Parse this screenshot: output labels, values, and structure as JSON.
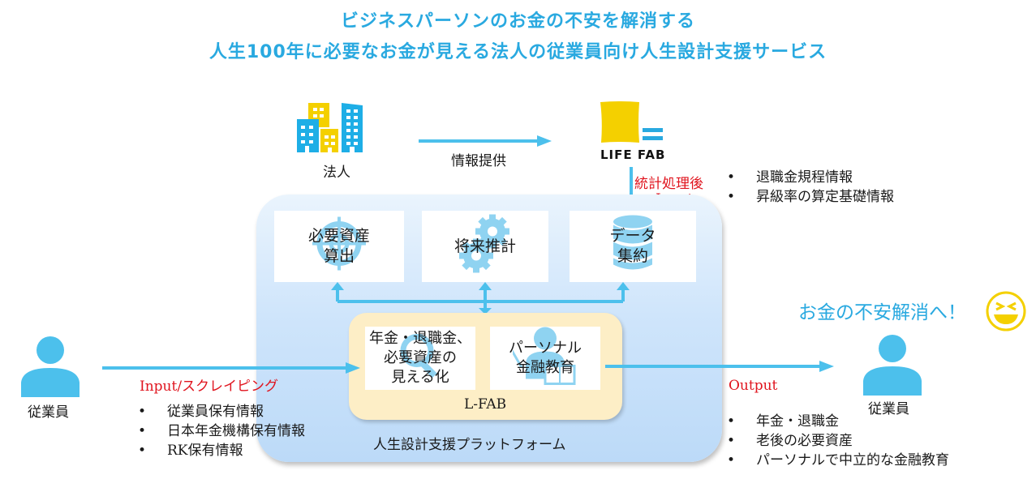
{
  "header": {
    "title_line1": "ビジネスパーソンのお金の不安を解消する",
    "title_line2": "人生100年に必要なお金が見える法人の従業員向け人生設計支援サービス"
  },
  "colors": {
    "accent_blue": "#29a9e0",
    "icon_blue": "#4cc0ec",
    "icon_yellow": "#f4d000",
    "label_red": "#e0141e",
    "platform_bg": "#cfe5fb",
    "lfab_bg": "#fdeec6"
  },
  "corporation": {
    "icon": "buildings-icon",
    "label": "法人"
  },
  "info_flow": {
    "label": "情報提供"
  },
  "lifefab": {
    "icon": "lifefab-logo",
    "label": "LIFE FAB",
    "input_label_line1": "統計処理後",
    "input_label_line2": "Input",
    "bullets": [
      "退職金規程情報",
      "昇級率の算定基礎情報"
    ]
  },
  "platform": {
    "label": "人生設計支援プラットフォーム",
    "modules": [
      {
        "icon": "target-icon",
        "line1": "必要資産",
        "line2": "算出"
      },
      {
        "icon": "gears-icon",
        "line1": "将来推計",
        "line2": ""
      },
      {
        "icon": "database-icon",
        "line1": "データ",
        "line2": "集約"
      }
    ],
    "lfab": {
      "label": "L-FAB",
      "cards": [
        {
          "icon": "magnifier-icon",
          "lines": [
            "年金・退職金、",
            "必要資産の",
            "見える化"
          ]
        },
        {
          "icon": "teacher-icon",
          "lines": [
            "パーソナル",
            "金融教育"
          ]
        }
      ]
    }
  },
  "employee_in": {
    "icon": "person-icon",
    "label": "従業員",
    "input_label": "Input/スクレイピング",
    "bullets": [
      "従業員保有情報",
      "日本年金機構保有情報",
      "RK保有情報"
    ]
  },
  "employee_out": {
    "icon": "person-icon",
    "label": "従業員",
    "output_label": "Output",
    "bullets": [
      "年金・退職金",
      "老後の必要資産",
      "パーソナルで中立的な金融教育"
    ],
    "cheer": "お金の不安解消へ！",
    "cheer_icon": "laughing-face-icon"
  }
}
